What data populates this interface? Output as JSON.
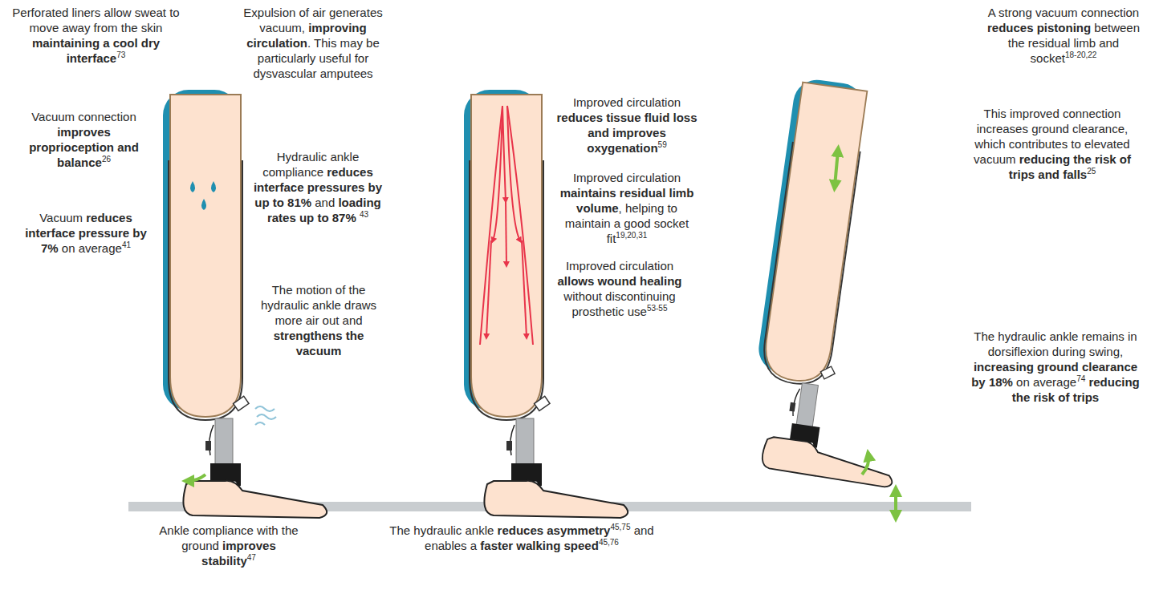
{
  "diagram": {
    "labels": [
      "Perforated liners allow sweat to move away from the skin",
      "maintaining a cool dry interface",
      "73",
      "Vacuum connection",
      "improves proprioception and balance",
      "26",
      "Vacuum",
      "reduces interface pressure by 7%",
      "on average",
      "41",
      "Expulsion of air generates vacuum,",
      "improving circulation",
      ". This may be particularly useful for dysvascular amputees",
      "Hydraulic ankle compliance",
      "reduces interface pressures by up to 81%",
      "and",
      "loading rates up to 87%",
      "43",
      "The motion of the hydraulic ankle draws more air out and",
      "strengthens the vacuum",
      "Ankle compliance with the ground",
      "improves stability",
      "47",
      "The hydraulic ankle",
      "reduces asymmetry",
      "45,75",
      "and enables a",
      "faster walking speed",
      "45,76",
      "Improved circulation",
      "reduces tissue fluid loss and improves oxygenation",
      "59",
      "Improved circulation",
      "maintains residual limb volume",
      ", helping to maintain a good socket fit",
      "19,20,31",
      "Improved circulation",
      "allows wound healing",
      "without discontinuing prosthetic use",
      "53-55",
      "A strong vacuum connection",
      "reduces pistoning",
      "between the residual limb and socket",
      "18-20,22",
      "This improved connection increases ground clearance, which contributes to elevated vacuum",
      "reducing the risk of trips and falls",
      "25",
      "The hydraulic ankle remains in dorsiflexion during swing,",
      "increasing ground clearance by 18%",
      "on average",
      "74",
      "reducing the risk of trips"
    ]
  }
}
